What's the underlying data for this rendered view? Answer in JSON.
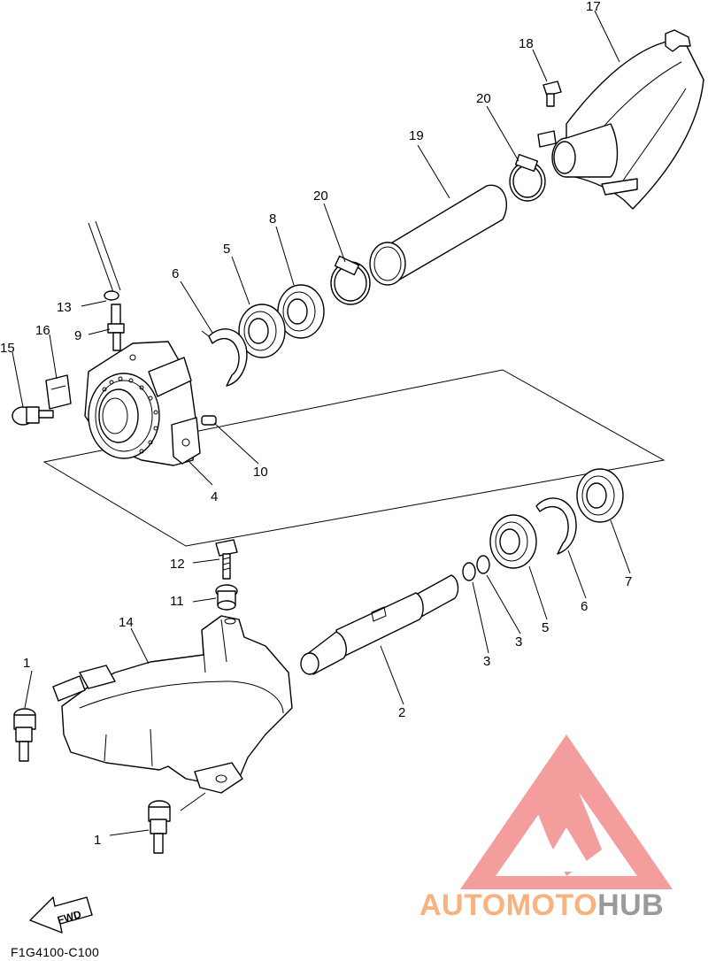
{
  "diagram": {
    "drawing_code": "F1G4100-C100",
    "fwd_label": "FWD",
    "callouts": {
      "c1a": "1",
      "c1b": "1",
      "c2": "2",
      "c3a": "3",
      "c3b": "3",
      "c4": "4",
      "c5a": "5",
      "c5b": "5",
      "c6a": "6",
      "c6b": "6",
      "c7": "7",
      "c8": "8",
      "c9": "9",
      "c10": "10",
      "c11": "11",
      "c12": "12",
      "c13": "13",
      "c14": "14",
      "c15": "15",
      "c16": "16",
      "c17": "17",
      "c18": "18",
      "c19": "19",
      "c20a": "20",
      "c20b": "20"
    }
  },
  "watermark": {
    "part1": "AUTOMOTO",
    "part2": "HUB",
    "color1": "#f7b27e",
    "color2": "#9a9a9a",
    "logo_color": "#f28c8c"
  }
}
